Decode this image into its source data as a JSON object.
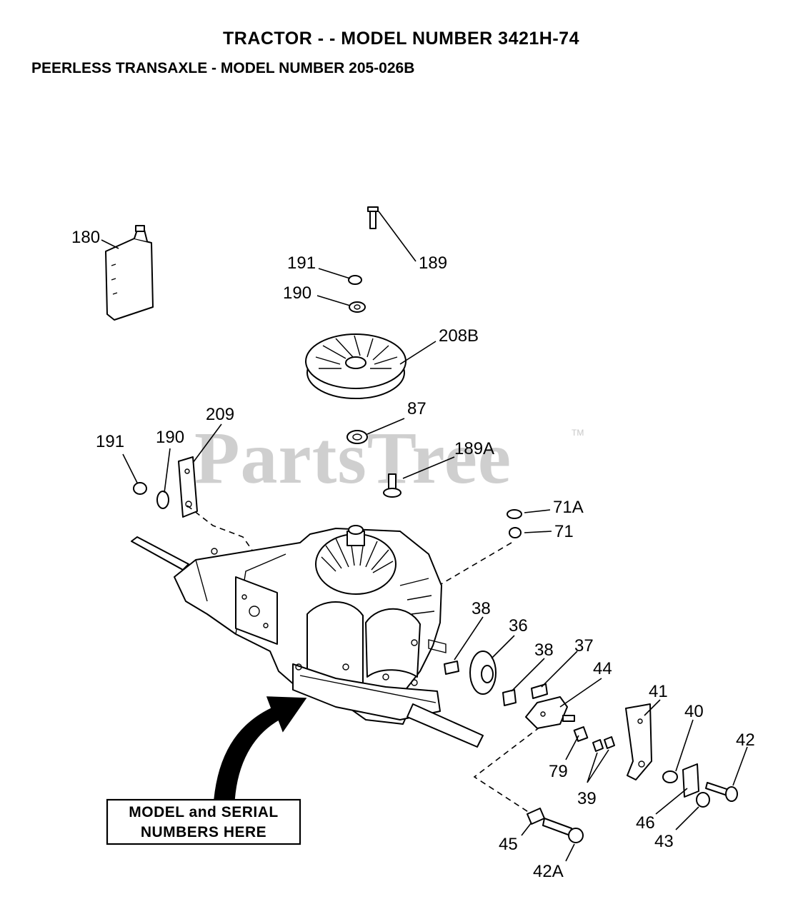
{
  "header": {
    "title": "TRACTOR - - MODEL NUMBER 3421H-74",
    "subtitle": "PEERLESS TRANSAXLE - MODEL NUMBER 205-026B"
  },
  "watermark": {
    "text": "PartsTree",
    "trademark": "TM"
  },
  "callout_box": {
    "line1": "MODEL and SERIAL",
    "line2": "NUMBERS HERE"
  },
  "part_labels": {
    "p180": "180",
    "p191_top": "191",
    "p189": "189",
    "p190_top": "190",
    "p208B": "208B",
    "p87": "87",
    "p189A": "189A",
    "p209": "209",
    "p191": "191",
    "p190": "190",
    "p71A": "71A",
    "p71": "71",
    "p38_a": "38",
    "p36": "36",
    "p38_b": "38",
    "p37": "37",
    "p44": "44",
    "p41": "41",
    "p40": "40",
    "p42": "42",
    "p79": "79",
    "p39": "39",
    "p46": "46",
    "p43": "43",
    "p45": "45",
    "p42A": "42A"
  }
}
